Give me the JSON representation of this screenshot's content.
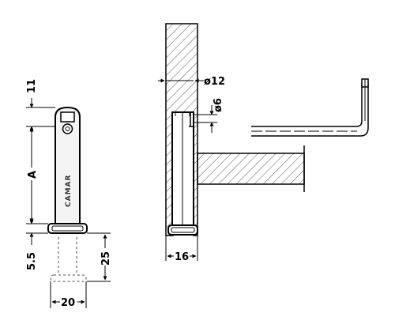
{
  "dimensions": {
    "top_offset": "11",
    "length_a": "A",
    "flange_thickness": "5.5",
    "insertion_depth": "25",
    "flange_width": "20",
    "hole_diameter": "ø12",
    "pin_diameter": "ø6",
    "body_width": "16"
  },
  "branding": {
    "embossed_text": "CAMAR"
  },
  "tool": {
    "name": "hex-key"
  }
}
